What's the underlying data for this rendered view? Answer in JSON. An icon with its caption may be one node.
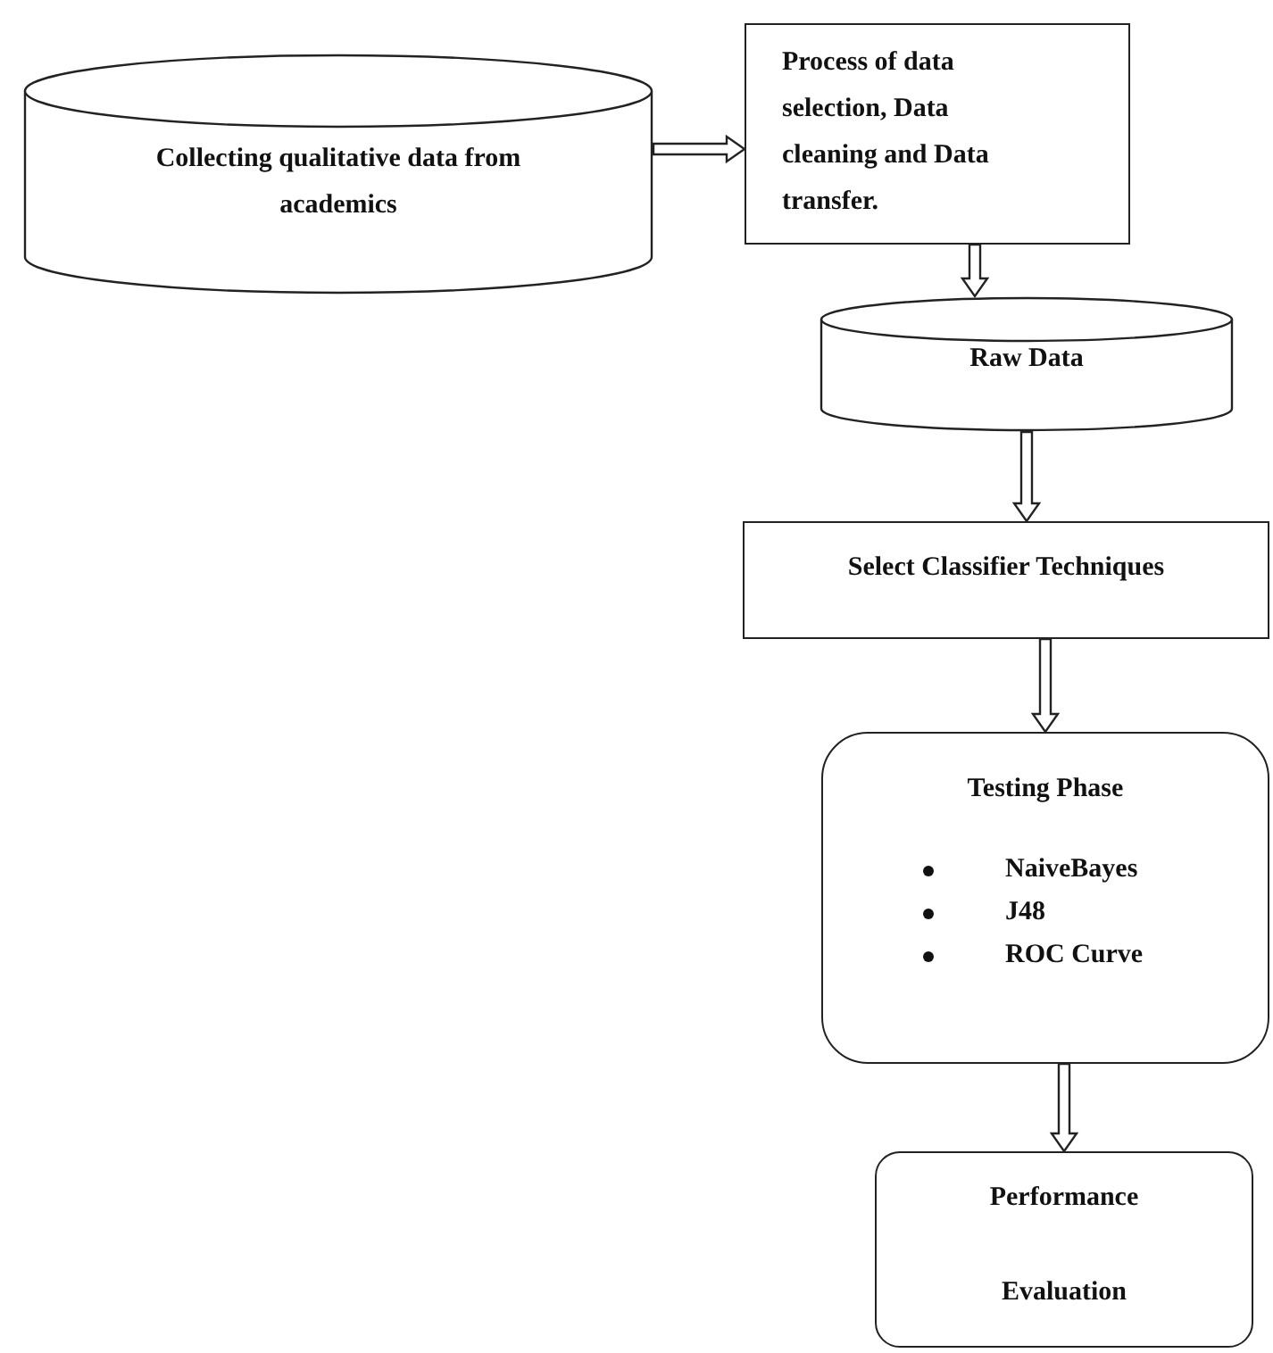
{
  "diagram": {
    "nodes": [
      {
        "text": [
          "Collecting qualitative data from academics"
        ]
      },
      {
        "text": [
          "Process of data selection, Data cleaning and Data transfer."
        ]
      },
      {
        "text": [
          "Raw Data"
        ]
      },
      {
        "text": [
          "Select Classifier Techniques"
        ]
      },
      {
        "text": [
          "Testing Phase",
          "NaiveBayes",
          "J48",
          "ROC Curve"
        ]
      },
      {
        "text": [
          "Performance",
          "Evaluation"
        ]
      }
    ],
    "edges": [
      {
        "from": 0,
        "to": 1,
        "arrow": "to"
      },
      {
        "from": 1,
        "to": 2,
        "arrow": "to"
      },
      {
        "from": 2,
        "to": 3,
        "arrow": "to"
      },
      {
        "from": 3,
        "to": 4,
        "arrow": "to"
      },
      {
        "from": 4,
        "to": 5,
        "arrow": "to"
      }
    ]
  }
}
